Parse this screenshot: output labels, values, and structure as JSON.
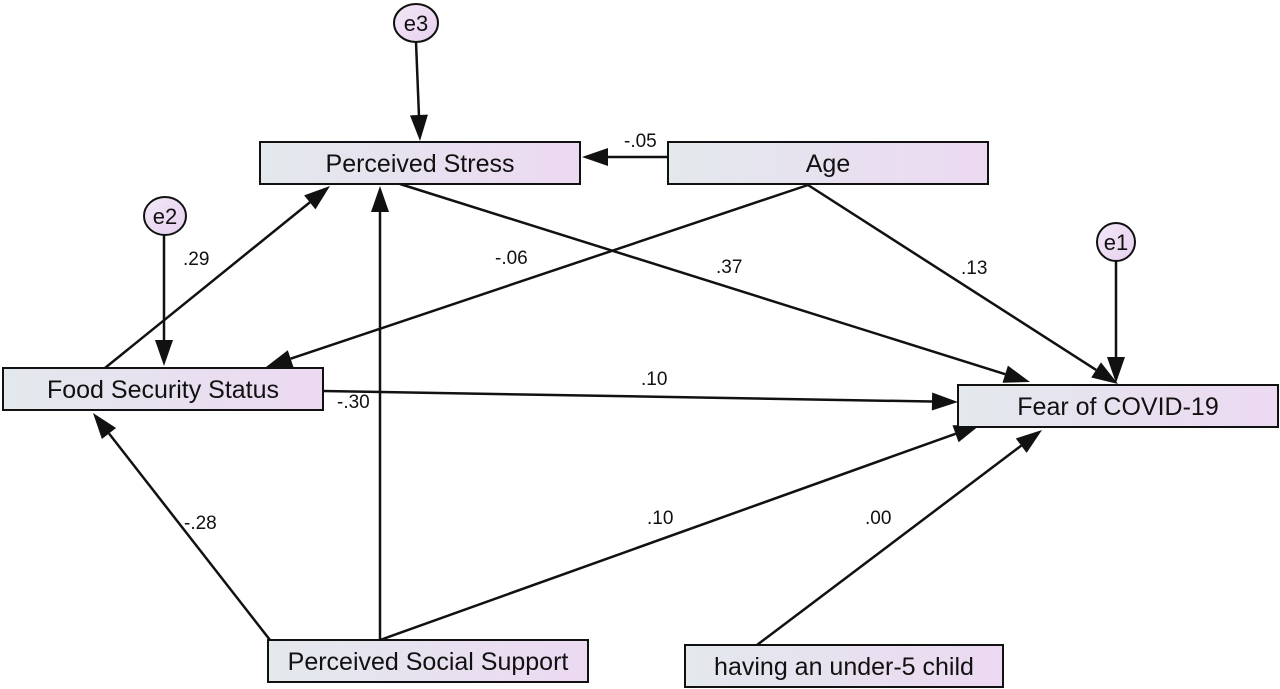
{
  "nodes": {
    "perceived_stress": "Perceived Stress",
    "age": "Age",
    "food_security": "Food Security Status",
    "fear_covid": "Fear of COVID-19",
    "social_support": "Perceived Social Support",
    "under5": "having an under-5 child"
  },
  "errors": {
    "e1": "e1",
    "e2": "e2",
    "e3": "e3"
  },
  "coefficients": {
    "age_to_stress": "-.05",
    "food_to_stress": ".29",
    "age_to_food": "-.06",
    "stress_to_fear": ".37",
    "age_to_fear": ".13",
    "food_to_fear": ".10",
    "support_to_stress": "-.30",
    "support_to_food": "-.28",
    "support_to_fear": ".10",
    "under5_to_fear": ".00"
  },
  "colors": {
    "box_left": "#e3e9ec",
    "box_right": "#ecd9f2",
    "line": "#111111"
  }
}
